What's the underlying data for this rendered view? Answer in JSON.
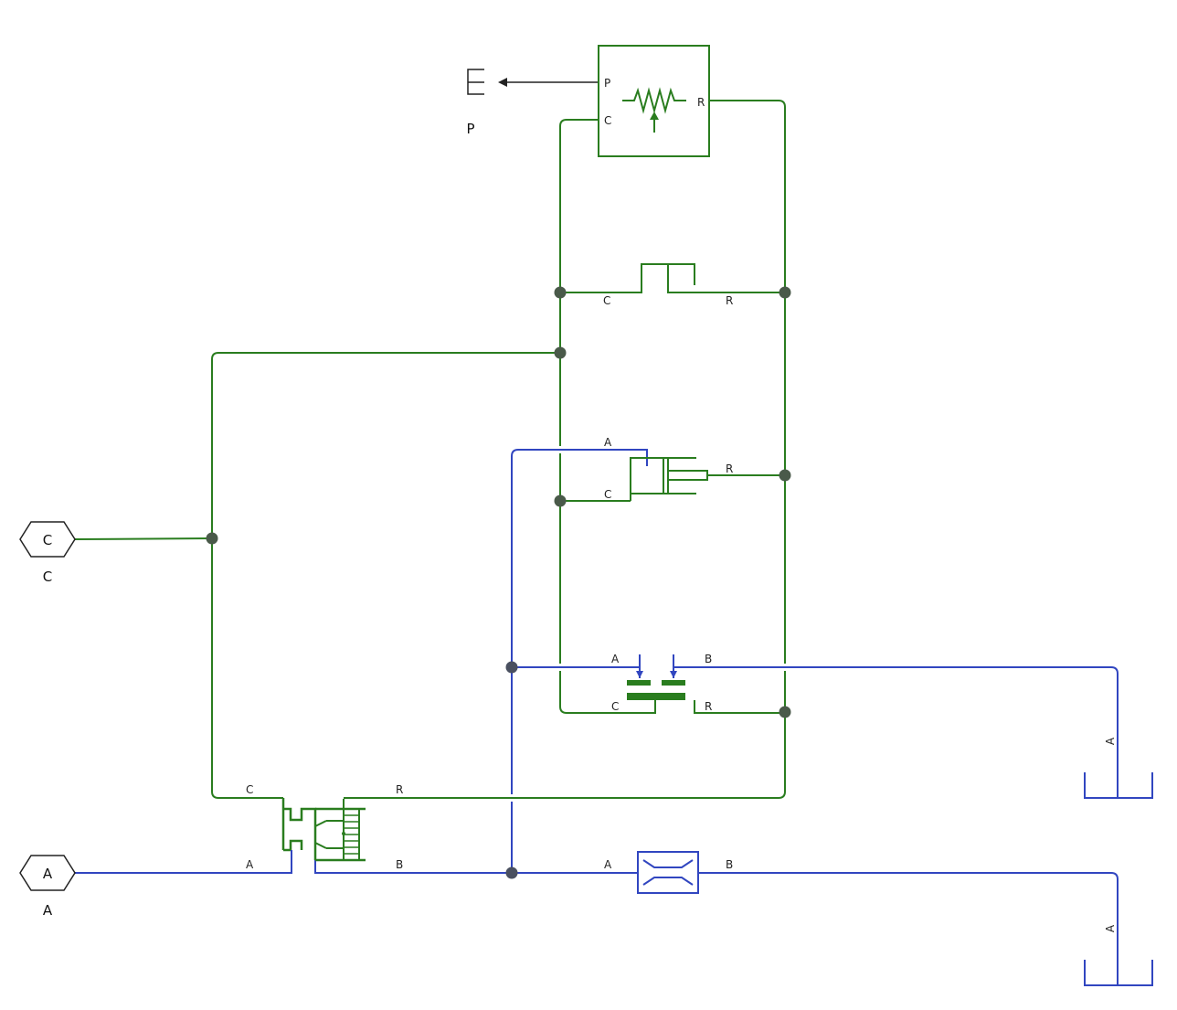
{
  "colors": {
    "green_domain": "#2a7d1f",
    "blue_domain": "#3146c0",
    "junction": "#4a4a4a",
    "port_outline": "#222222"
  },
  "ports": {
    "p": {
      "label": "P",
      "icon": "connection-port-arrow-icon"
    },
    "c": {
      "symbol": "C",
      "label": "C",
      "icon": "hexagon-port-icon"
    },
    "a": {
      "symbol": "A",
      "label": "A",
      "icon": "hexagon-port-icon"
    }
  },
  "blocks": {
    "variable_resistor": {
      "pin_p": "P",
      "pin_c": "C",
      "pin_r": "R",
      "icon": "variable-resistor-icon"
    },
    "mass_spring": {
      "pin_c": "C",
      "pin_r": "R",
      "icon": "mechanical-mass-icon"
    },
    "hydraulic_cylinder": {
      "pin_a": "A",
      "pin_c": "C",
      "pin_r": "R",
      "icon": "hydraulic-cylinder-icon"
    },
    "clutch": {
      "pin_a": "A",
      "pin_b": "B",
      "pin_c": "C",
      "pin_r": "R",
      "icon": "clutch-icon"
    },
    "spool_valve": {
      "pin_c": "C",
      "pin_r": "R",
      "pin_a": "A",
      "pin_b": "B",
      "icon": "spool-valve-icon"
    },
    "orifice": {
      "pin_a": "A",
      "pin_b": "B",
      "icon": "orifice-icon"
    },
    "reservoir_1": {
      "pin_a": "A",
      "icon": "reservoir-tank-icon"
    },
    "reservoir_2": {
      "pin_a": "A",
      "icon": "reservoir-tank-icon"
    }
  }
}
